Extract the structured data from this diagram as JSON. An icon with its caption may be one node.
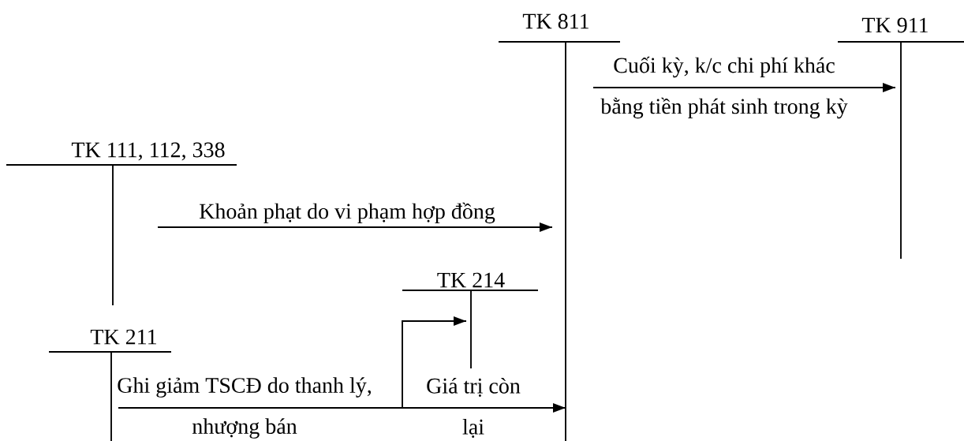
{
  "diagram": {
    "nodes": [
      {
        "text": [
          "TK 811"
        ]
      },
      {
        "text": [
          "TK 911"
        ]
      },
      {
        "text": [
          "TK 111, 112, 338"
        ]
      },
      {
        "text": [
          "TK 214"
        ]
      },
      {
        "text": [
          "TK 211"
        ]
      }
    ],
    "edges": [
      {
        "from": 0,
        "to": 1,
        "arrow": "to",
        "label": "Cuối kỳ, k/c chi phí khác bằng tiền phát sinh trong kỳ"
      },
      {
        "from": 2,
        "to": 0,
        "arrow": "to",
        "label": "Khoản phạt do vi phạm hợp đồng"
      },
      {
        "from": 4,
        "to": 0,
        "arrow": "to",
        "label": "Ghi giảm TSCĐ do thanh lý, nhượng bán"
      },
      {
        "from": 4,
        "to": 3,
        "arrow": "to"
      }
    ],
    "labels": [
      "Giá trị còn lại"
    ]
  }
}
